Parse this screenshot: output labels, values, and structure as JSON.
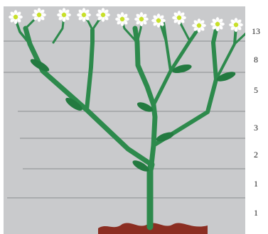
{
  "colors": {
    "panel": "#c9cacc",
    "level_line": "#8c8d90",
    "stem": "#2d8a4c",
    "leaf": "#237a40",
    "soil": "#8b2e22",
    "petal": "#ffffff",
    "flower_center": "#c8e02a"
  },
  "levels": [
    {
      "count": "13"
    },
    {
      "count": "8"
    },
    {
      "count": "5"
    },
    {
      "count": "3"
    },
    {
      "count": "2"
    },
    {
      "count": "1"
    },
    {
      "count": "1"
    }
  ],
  "flower_count": 13,
  "icons": {
    "flower": "daisy-icon",
    "leaf": "leaf-icon"
  }
}
